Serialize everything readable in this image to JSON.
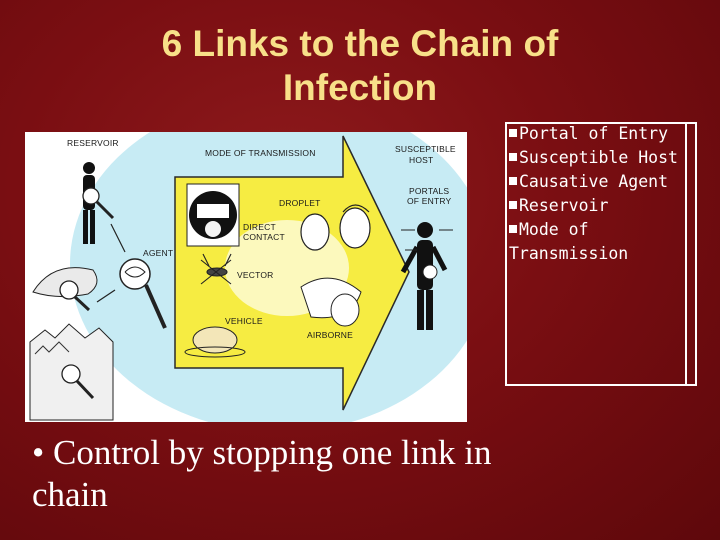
{
  "slide": {
    "title_line1": "6 Links to the Chain of",
    "title_line2": "Infection"
  },
  "diagram": {
    "labels": {
      "reservoir": "RESERVOIR",
      "mode": "MODE OF TRANSMISSION",
      "susceptible": "SUSCEPTIBLE",
      "host": "HOST",
      "portals1": "PORTALS",
      "portals2": "OF ENTRY",
      "droplet": "DROPLET",
      "direct1": "DIRECT",
      "direct2": "CONTACT",
      "agent": "AGENT",
      "vector": "VECTOR",
      "vehicle": "VEHICLE",
      "airborne": "AIRBORNE"
    }
  },
  "links_list": [
    {
      "text": "Portal of Entry"
    },
    {
      "text": "Susceptible Host"
    },
    {
      "text": "Causative Agent"
    },
    {
      "text": "Reservoir"
    },
    {
      "text": "Mode of Transmission"
    }
  ],
  "bottom_text": "• Control by stopping one link in chain",
  "colors": {
    "background": "#7a0e12",
    "title": "#f8e089",
    "arrow": "#f6ec42",
    "halo": "#c7ebf4"
  }
}
